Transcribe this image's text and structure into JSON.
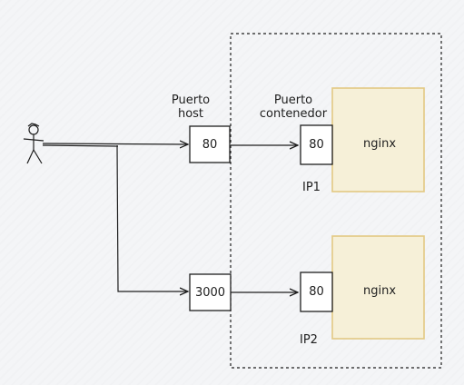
{
  "diagram": {
    "host_port_label_line1": "Puerto",
    "host_port_label_line2": "host",
    "container_port_label_line1": "Puerto",
    "container_port_label_line2": "contenedor",
    "host_ports": [
      "80",
      "3000"
    ],
    "container_ports": [
      "80",
      "80"
    ],
    "containers": [
      {
        "name": "nginx",
        "ip": "IP1"
      },
      {
        "name": "nginx",
        "ip": "IP2"
      }
    ],
    "colors": {
      "container_fill": "#f6f0d8",
      "container_border": "#e3c983",
      "stroke": "#1e1e1e"
    }
  }
}
